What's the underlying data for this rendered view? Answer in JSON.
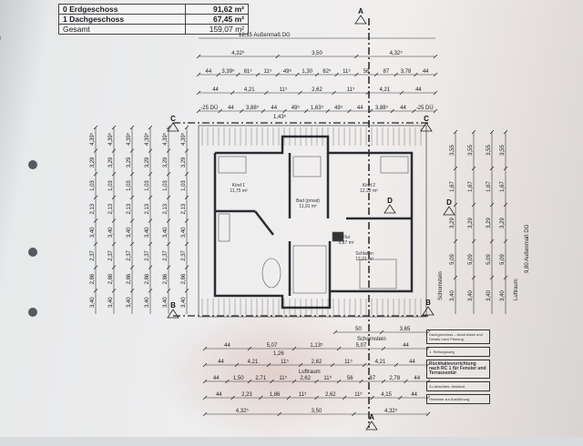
{
  "area_table": [
    {
      "name": "0 Erdgeschoss",
      "value": "91,62 m²"
    },
    {
      "name": "1 Dachgeschoss",
      "value": "67,45 m²"
    },
    {
      "name": "Gesamt",
      "value": "159,07 m²"
    }
  ],
  "top_dims": [
    [
      "12,15 Außenmaß DG"
    ],
    [
      "4,32⁵",
      "3,50",
      "4,32⁵"
    ],
    [
      "44",
      "3,39⁵",
      "81⁵",
      "11⁵",
      "49⁵",
      "1,30",
      "82⁵",
      "11⁵",
      "56",
      "87",
      "3,78",
      "44"
    ],
    [
      "44",
      "4,21",
      "11⁵",
      "2,62",
      "11⁵",
      "4,21",
      "44"
    ],
    [
      "-25 DÜ",
      "44",
      "3,88⁵",
      "44",
      "49⁵",
      "1,63⁵",
      "49⁵",
      "44",
      "3,88⁵",
      "44",
      "-25 DÜ"
    ]
  ],
  "top_sub_label": "1,43⁵",
  "bottom_dims": [
    [
      "50",
      "3,65"
    ],
    [
      "44",
      "5,07",
      "1,13⁵",
      "5,07",
      "44"
    ],
    [
      "44",
      "4,21",
      "11⁵",
      "2,62",
      "11⁵",
      "4,21",
      "44"
    ],
    [
      "44",
      "1,50",
      "2,71",
      "11⁵",
      "2,62",
      "11⁵",
      "56",
      "87",
      "2,78",
      "44"
    ],
    [
      "44",
      "2,23",
      "1,86",
      "11⁵",
      "2,62",
      "11⁵",
      "4,15",
      "44"
    ],
    [
      "4,32⁵",
      "3,50",
      "4,32⁵"
    ]
  ],
  "bottom_sub_label": "1,26",
  "bottom_labels": {
    "chimney": "Schornstein",
    "void": "Luftraum"
  },
  "left_dims": [
    "4,39⁵",
    "3,29",
    "1,03",
    "2,13",
    "3,40",
    "2,37",
    "2,86",
    "3,40"
  ],
  "right_dims": [
    "3,55",
    "1,67",
    "3,29",
    "5,09",
    "3,40"
  ],
  "right_labels": {
    "outer": "9,80 Außenmaß DG",
    "void": "Luftraum",
    "chimney": "Schornstein"
  },
  "rooms": [
    {
      "name": "Kind 1",
      "area": "11,75 m²"
    },
    {
      "name": "Bad (privat)",
      "area": "11,91 m²"
    },
    {
      "name": "Kind 2",
      "area": "12,22 m²"
    },
    {
      "name": "Flur",
      "area": "5,87 m²"
    },
    {
      "name": "Schlafen",
      "area": "12,21 m²"
    }
  ],
  "section_markers": [
    "A",
    "A",
    "B",
    "B",
    "C",
    "C",
    "D",
    "D"
  ],
  "notes": [
    "Dachgeschoss – Anschlüsse und Details nach Planung",
    "1. Rettungsweg",
    "Rückhaltevorrichtung nach RC 1 für Fenster und Terrassentür",
    "Zu beachten: Abstand",
    "Hinweise zur Ausführung"
  ],
  "colors": {
    "ink": "#2a2c33",
    "paper": "#eeeeef",
    "plan_line": "#3a3d46"
  }
}
